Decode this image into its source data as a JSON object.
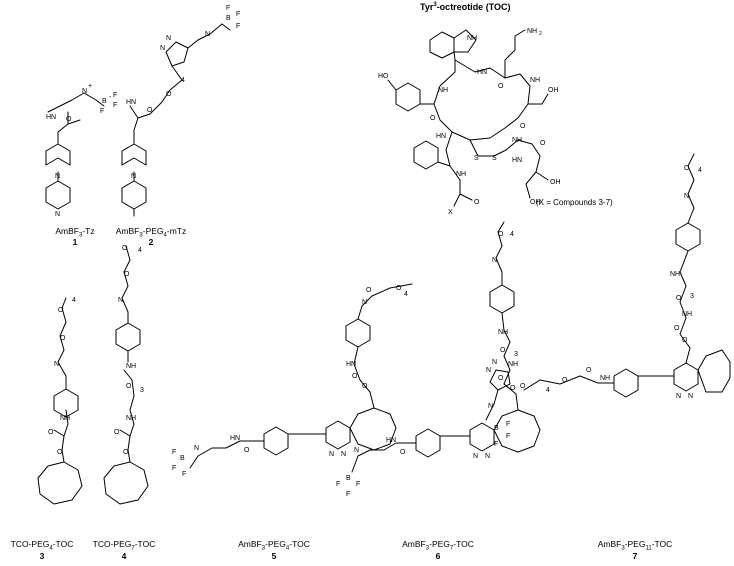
{
  "header": {
    "toc_title": "Tyr3-octreotide (TOC)",
    "toc_title_base": "Tyr",
    "toc_title_sup": "3",
    "toc_title_rest": "-octreotide (TOC)",
    "x_note": "(X = Compounds 3-7)"
  },
  "compounds": [
    {
      "caption_main": "AmBF",
      "caption_sub1": "3",
      "caption_rest": "-Tz",
      "caption_sub2": "",
      "caption_tail": "",
      "number": "1"
    },
    {
      "caption_main": "AmBF",
      "caption_sub1": "3",
      "caption_rest": "-PEG",
      "caption_sub2": "4",
      "caption_tail": "-mTz",
      "number": "2"
    },
    {
      "caption_main": "TCO-PEG",
      "caption_sub1": "4",
      "caption_rest": "-TOC",
      "caption_sub2": "",
      "caption_tail": "",
      "number": "3"
    },
    {
      "caption_main": "TCO-PEG",
      "caption_sub1": "7",
      "caption_rest": "-TOC",
      "caption_sub2": "",
      "caption_tail": "",
      "number": "4"
    },
    {
      "caption_main": "AmBF",
      "caption_sub1": "3",
      "caption_rest": "-PEG",
      "caption_sub2": "4",
      "caption_tail": "-TOC",
      "number": "5"
    },
    {
      "caption_main": "AmBF",
      "caption_sub1": "3",
      "caption_rest": "-PEG",
      "caption_sub2": "7",
      "caption_tail": "-TOC",
      "number": "6"
    },
    {
      "caption_main": "AmBF",
      "caption_sub1": "3",
      "caption_rest": "-PEG",
      "caption_sub2": "11",
      "caption_tail": "-TOC",
      "number": "7"
    }
  ],
  "atom_labels": {
    "N": "N",
    "NH": "NH",
    "HN": "HN",
    "O": "O",
    "F": "F",
    "B": "B",
    "X": "X",
    "HO": "HO",
    "OH": "OH",
    "NH2": "NH",
    "NH2_sub": "2",
    "S": "S",
    "plus": "+",
    "minus": "-",
    "peg_n4": "4",
    "peg_n3": "3"
  }
}
